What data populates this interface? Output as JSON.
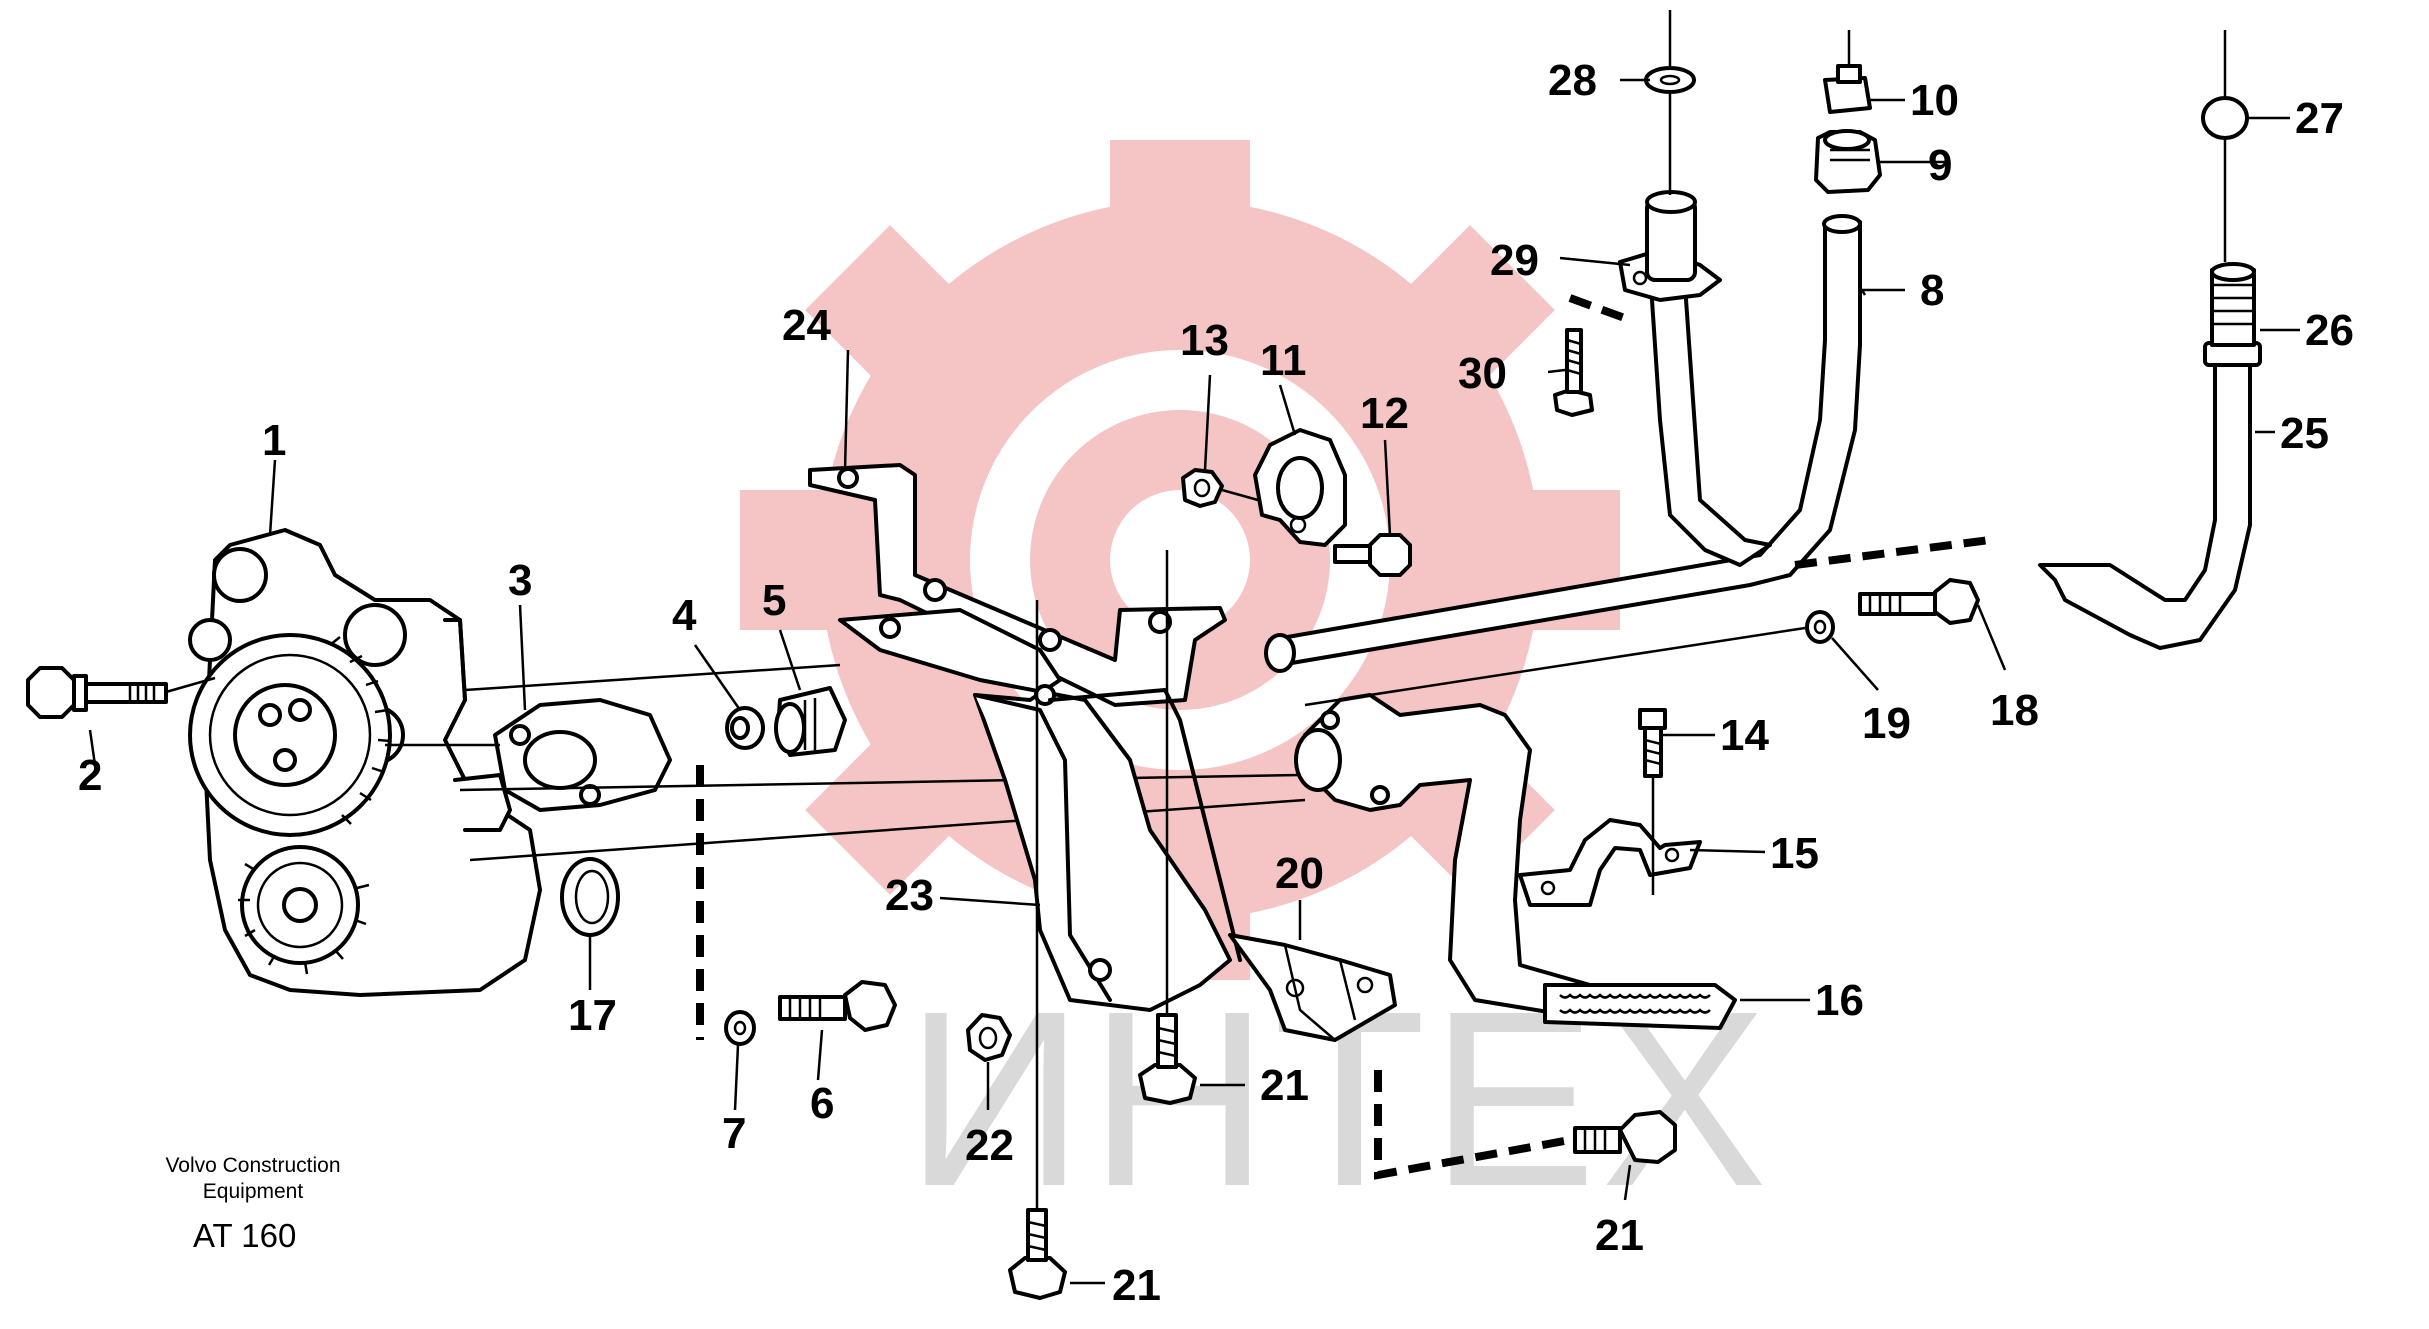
{
  "caption": {
    "brand_line1": "Volvo Construction",
    "brand_line2": "Equipment",
    "code": "AT 160"
  },
  "watermark": {
    "text": "ИНТЕХ",
    "text_color": "#d9d9d9",
    "gear_color": "#f5c4c4"
  },
  "callouts": [
    {
      "id": "c1",
      "text": "1"
    },
    {
      "id": "c2",
      "text": "2"
    },
    {
      "id": "c3",
      "text": "3"
    },
    {
      "id": "c4",
      "text": "4"
    },
    {
      "id": "c5",
      "text": "5"
    },
    {
      "id": "c6",
      "text": "6"
    },
    {
      "id": "c7",
      "text": "7"
    },
    {
      "id": "c8",
      "text": "8"
    },
    {
      "id": "c9",
      "text": "9"
    },
    {
      "id": "c10",
      "text": "10"
    },
    {
      "id": "c11",
      "text": "11"
    },
    {
      "id": "c12",
      "text": "12"
    },
    {
      "id": "c13",
      "text": "13"
    },
    {
      "id": "c14",
      "text": "14"
    },
    {
      "id": "c15",
      "text": "15"
    },
    {
      "id": "c16",
      "text": "16"
    },
    {
      "id": "c17",
      "text": "17"
    },
    {
      "id": "c18",
      "text": "18"
    },
    {
      "id": "c19",
      "text": "19"
    },
    {
      "id": "c20",
      "text": "20"
    },
    {
      "id": "c21a",
      "text": "21"
    },
    {
      "id": "c21b",
      "text": "21"
    },
    {
      "id": "c21c",
      "text": "21"
    },
    {
      "id": "c22",
      "text": "22"
    },
    {
      "id": "c23",
      "text": "23"
    },
    {
      "id": "c24",
      "text": "24"
    },
    {
      "id": "c25",
      "text": "25"
    },
    {
      "id": "c26",
      "text": "26"
    },
    {
      "id": "c27",
      "text": "27"
    },
    {
      "id": "c28",
      "text": "28"
    },
    {
      "id": "c29",
      "text": "29"
    },
    {
      "id": "c30",
      "text": "30"
    }
  ]
}
